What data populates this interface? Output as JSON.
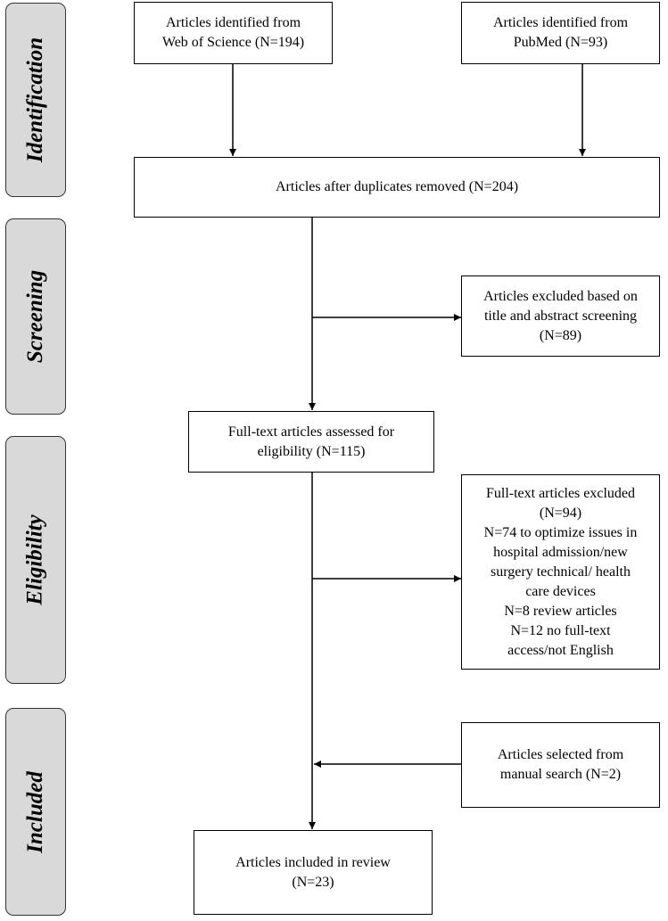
{
  "phases": {
    "identification": "Identification",
    "screening": "Screening",
    "eligibility": "Eligibility",
    "included": "Included"
  },
  "boxes": {
    "wos": [
      "Articles identified from",
      "Web of Science (N=194)"
    ],
    "pubmed": [
      "Articles identified from",
      "PubMed (N=93)"
    ],
    "dedup": [
      "Articles after duplicates removed (N=204)"
    ],
    "excluded_screening": [
      "Articles excluded based on",
      "title and abstract screening",
      "(N=89)"
    ],
    "fulltext": [
      "Full-text articles assessed for",
      "eligibility (N=115)"
    ],
    "excluded_fulltext": [
      "Full-text articles excluded",
      "(N=94)",
      "N=74 to optimize issues in",
      "hospital admission/new",
      "surgery technical/ health",
      "care devices",
      "N=8 review articles",
      "N=12 no full-text",
      "access/not English"
    ],
    "manual": [
      "Articles selected from",
      "manual search (N=2)"
    ],
    "included": [
      "Articles included in review",
      "(N=23)"
    ]
  }
}
